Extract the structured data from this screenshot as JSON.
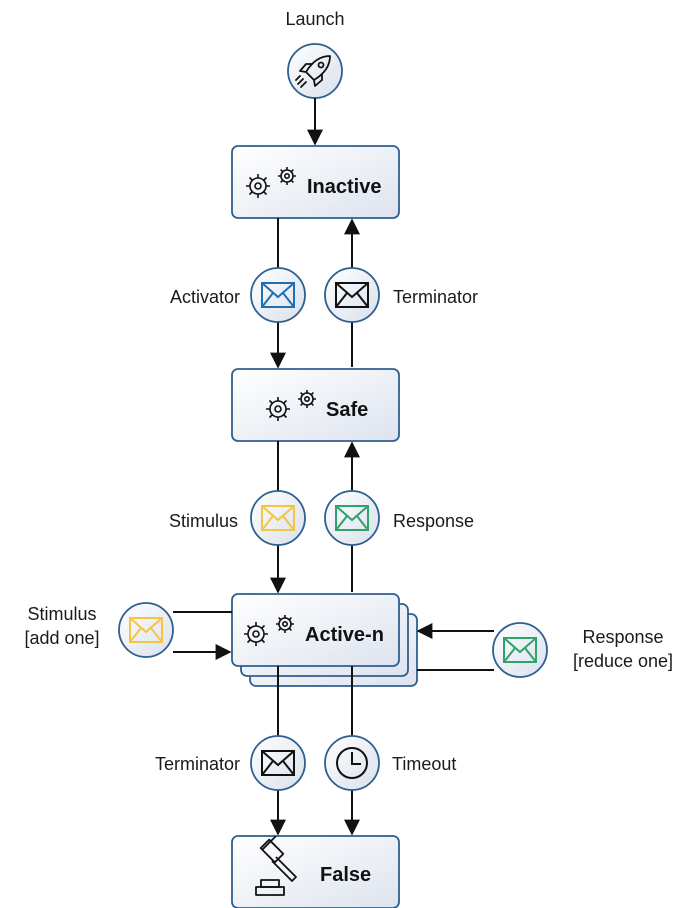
{
  "top_label": "Launch",
  "states": {
    "inactive": "Inactive",
    "safe": "Safe",
    "active": "Active-n",
    "false": "False"
  },
  "messages": {
    "activator": "Activator",
    "terminator_top": "Terminator",
    "stimulus": "Stimulus",
    "response": "Response",
    "stimulus_add_line1": "Stimulus",
    "stimulus_add_line2": "[add one]",
    "response_reduce_line1": "Response",
    "response_reduce_line2": "[reduce one]",
    "terminator_bottom": "Terminator",
    "timeout": "Timeout"
  },
  "colors": {
    "activator_envelope": "#1f6fb2",
    "terminator_envelope": "#111111",
    "stimulus_envelope": "#f5c542",
    "response_envelope": "#2ea36a"
  }
}
